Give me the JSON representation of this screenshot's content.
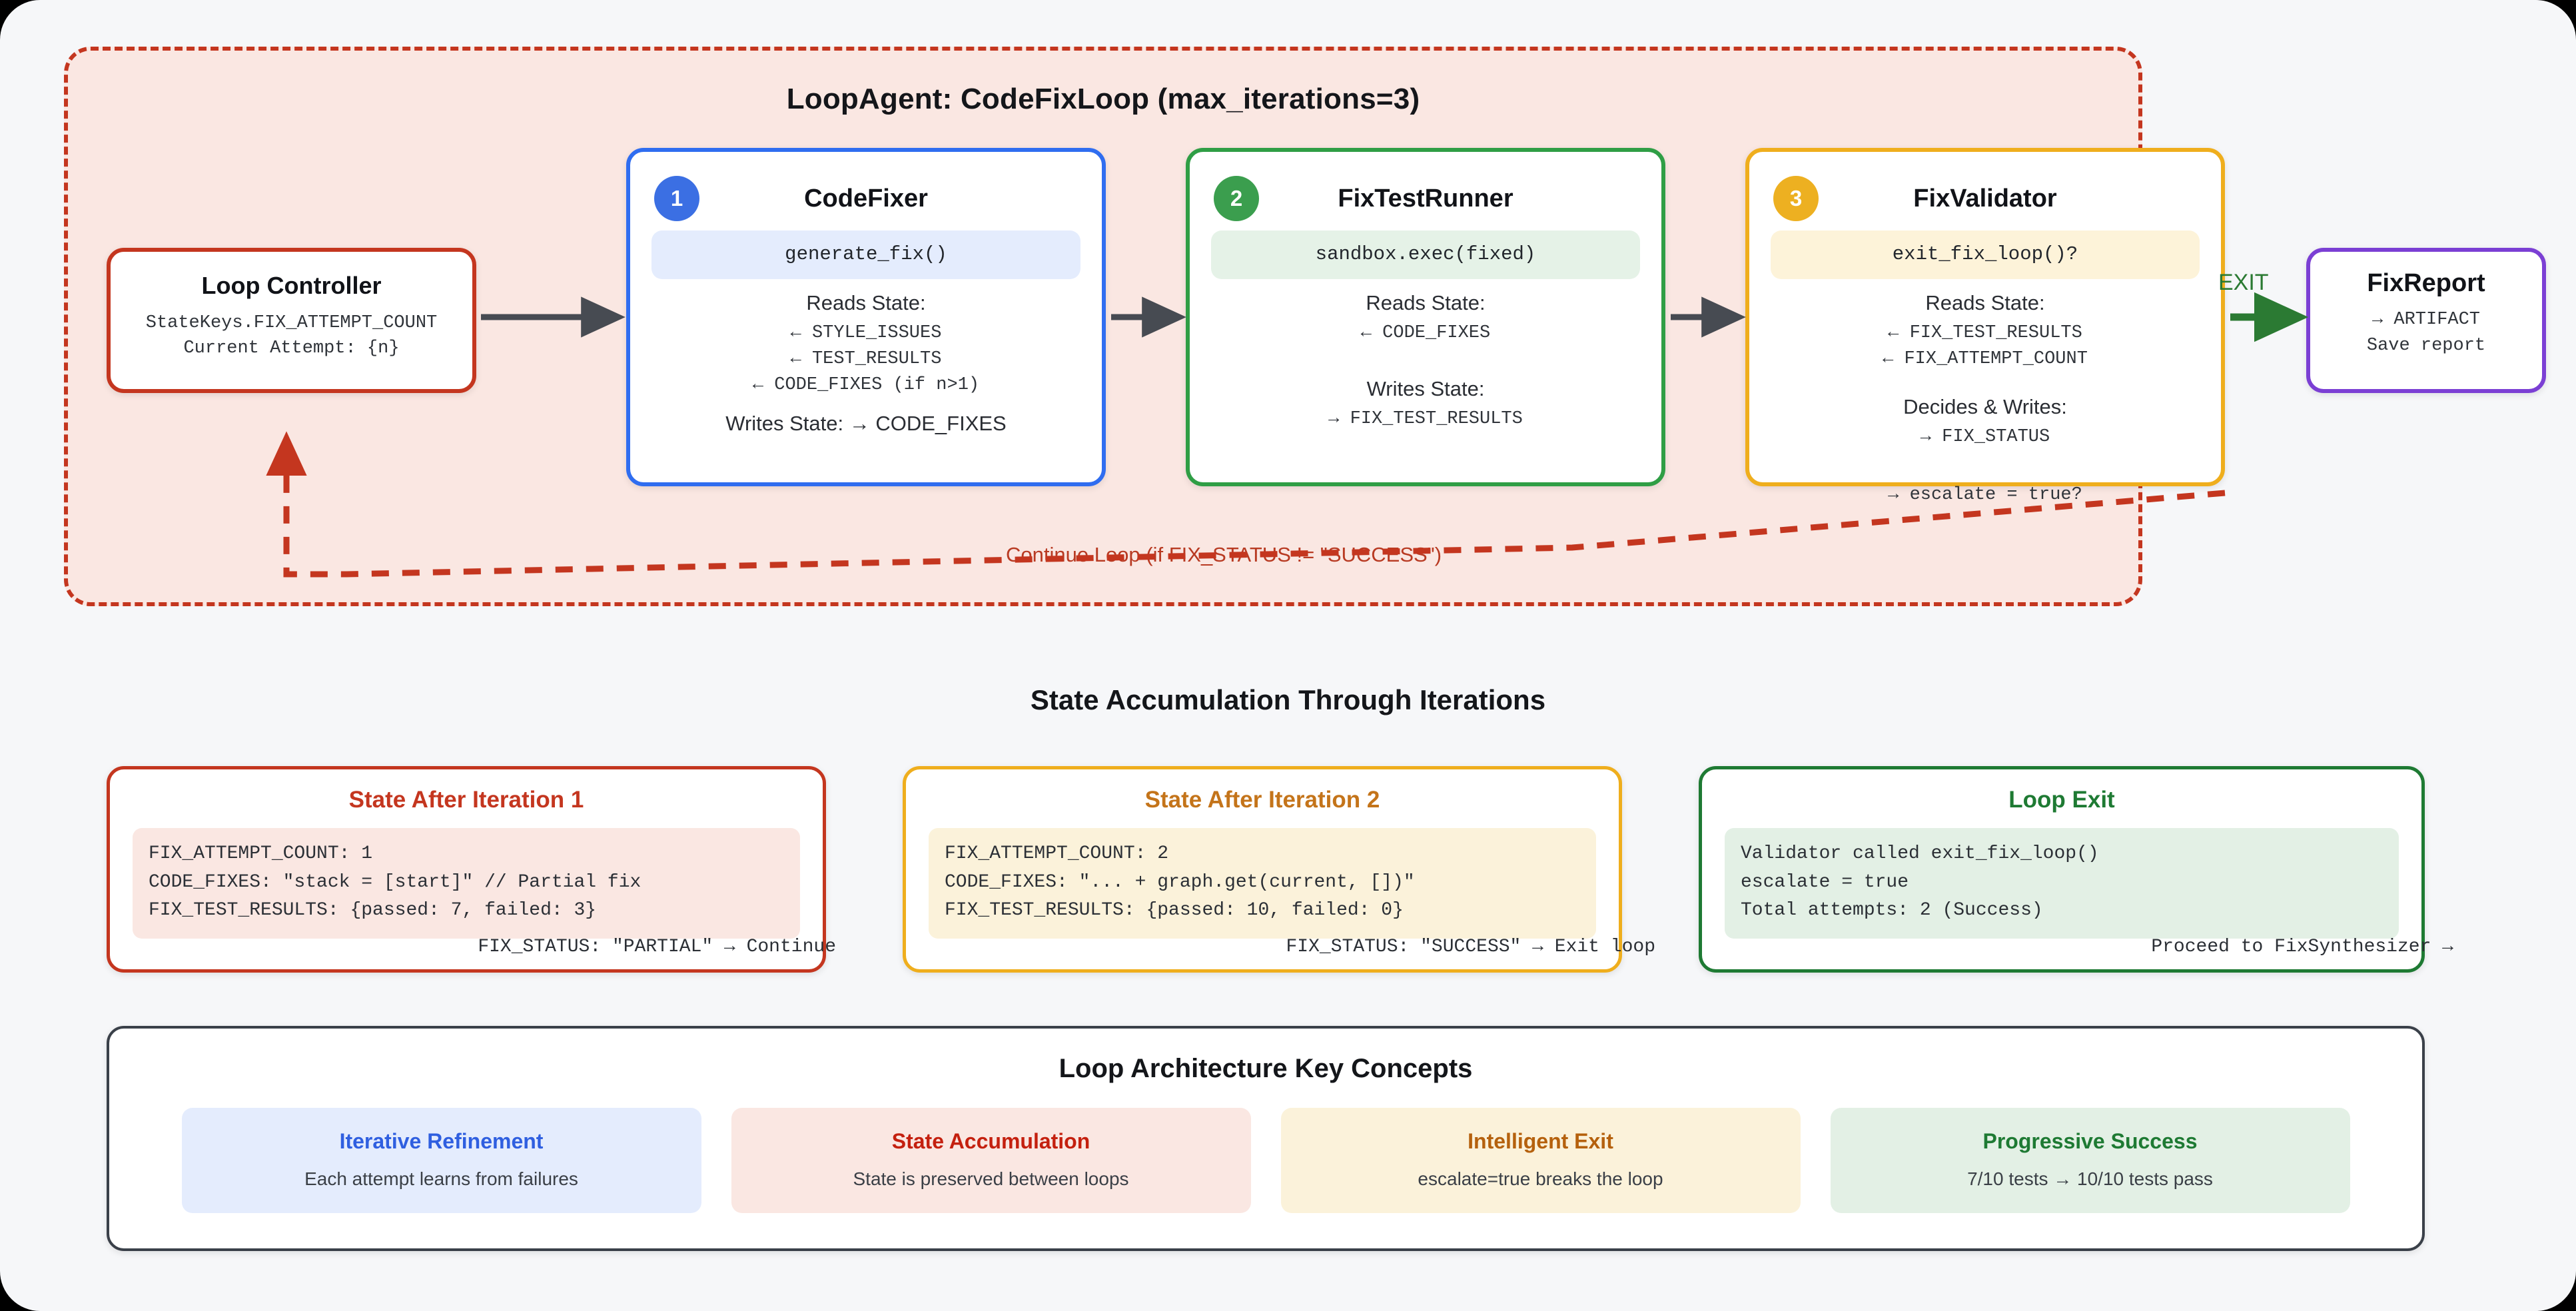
{
  "loop": {
    "title": "LoopAgent: CodeFixLoop (max_iterations=3)",
    "controller": {
      "title": "Loop Controller",
      "line1": "StateKeys.FIX_ATTEMPT_COUNT",
      "line2": "Current Attempt: {n}"
    },
    "agents": [
      {
        "badge": "1",
        "name": "CodeFixer",
        "call": "generate_fix()",
        "reads_label": "Reads State:",
        "reads": [
          "← STYLE_ISSUES",
          "← TEST_RESULTS",
          "← CODE_FIXES (if n>1)"
        ],
        "writes_label": "Writes State:",
        "writes_inline": "Writes State: → CODE_FIXES",
        "color": "#2f6df0"
      },
      {
        "badge": "2",
        "name": "FixTestRunner",
        "call": "sandbox.exec(fixed)",
        "reads_label": "Reads State:",
        "reads": [
          "← CODE_FIXES"
        ],
        "writes_label": "Writes State:",
        "writes": [
          "→ FIX_TEST_RESULTS"
        ],
        "color": "#2f9e45"
      },
      {
        "badge": "3",
        "name": "FixValidator",
        "call": "exit_fix_loop()?",
        "reads_label": "Reads State:",
        "reads": [
          "← FIX_TEST_RESULTS",
          "← FIX_ATTEMPT_COUNT"
        ],
        "writes_label": "Decides & Writes:",
        "writes": [
          "→ FIX_STATUS"
        ],
        "overflow": "→ escalate = true?",
        "color": "#efae1d"
      }
    ],
    "exit_label": "EXIT",
    "report": {
      "title": "FixReport",
      "line1": "→ ARTIFACT",
      "line2": "Save report"
    },
    "continue_label": "Continue Loop (if FIX_STATUS != \"SUCCESS\")"
  },
  "state_section": {
    "heading": "State Accumulation Through Iterations",
    "cards": [
      {
        "title": "State After Iteration 1",
        "lines": [
          "FIX_ATTEMPT_COUNT: 1",
          "CODE_FIXES: \"stack = [start]\" // Partial fix",
          "FIX_TEST_RESULTS: {passed: 7, failed: 3}"
        ],
        "footer": "FIX_STATUS: \"PARTIAL\" → Continue",
        "accent": "#c4361f"
      },
      {
        "title": "State After Iteration 2",
        "lines": [
          "FIX_ATTEMPT_COUNT: 2",
          "CODE_FIXES: \"... + graph.get(current, [])\"",
          "FIX_TEST_RESULTS: {passed: 10, failed: 0}"
        ],
        "footer": "FIX_STATUS: \"SUCCESS\" → Exit loop",
        "accent": "#efae1d"
      },
      {
        "title": "Loop Exit",
        "lines": [
          "Validator called exit_fix_loop()",
          "escalate = true",
          "Total attempts: 2 (Success)"
        ],
        "footer": "Proceed to FixSynthesizer →",
        "accent": "#1e7a33"
      }
    ]
  },
  "key_concepts": {
    "title": "Loop Architecture Key Concepts",
    "cards": [
      {
        "heading": "Iterative Refinement",
        "sub": "Each attempt learns from failures",
        "color": "#2f5fe0"
      },
      {
        "heading": "State Accumulation",
        "sub": "State is preserved between loops",
        "color": "#c4200f"
      },
      {
        "heading": "Intelligent Exit",
        "sub": "escalate=true breaks the loop",
        "color": "#b5610d"
      },
      {
        "heading": "Progressive Success",
        "sub": "7/10 tests → 10/10 tests pass",
        "color": "#1e7a33"
      }
    ]
  }
}
